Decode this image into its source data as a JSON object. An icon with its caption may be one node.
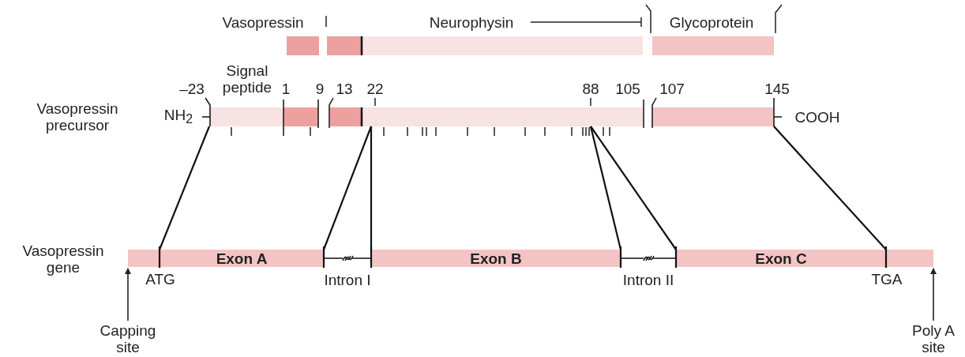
{
  "diagram": {
    "nodes": [
      {
        "text": [],
        "shape": "bar"
      },
      {
        "text": [
          "Exon A"
        ],
        "in": 0
      },
      {
        "text": [],
        "shape": "line",
        "beside": [
          "Intron I"
        ],
        "in": 0
      },
      {
        "text": [
          "Exon B"
        ],
        "in": 0
      },
      {
        "text": [],
        "shape": "line",
        "beside": [
          "Intron II"
        ],
        "in": 0
      },
      {
        "text": [
          "Exon C"
        ],
        "in": 0
      },
      {
        "text": [
          "Capping site"
        ]
      },
      {
        "text": [
          "Poly A site"
        ]
      }
    ],
    "edges": [
      {
        "from": 6,
        "to": 0,
        "arrow": "to"
      },
      {
        "from": 7,
        "to": 0,
        "arrow": "to"
      }
    ],
    "labels": [
      "Vasopressin",
      "Neurophysin",
      "Glycoprotein",
      "Signal peptide",
      "–23",
      "1",
      "9",
      "13",
      "22",
      "88",
      "105",
      "107",
      "145",
      "Vasopressin precursor",
      "NH$_{2}$",
      "COOH",
      "Vasopressin gene",
      "ATG",
      "TGA"
    ]
  }
}
